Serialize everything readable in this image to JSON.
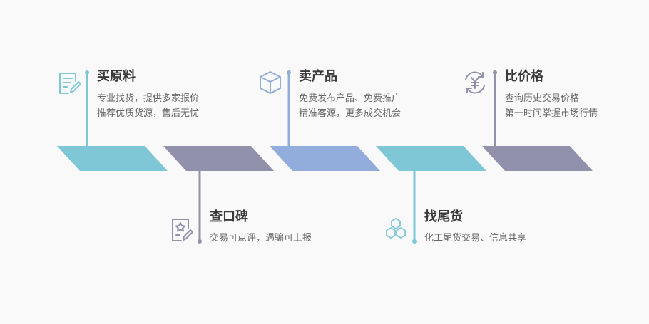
{
  "colors": {
    "teal": "#7fc6d6",
    "slate": "#9191ac",
    "blue": "#92addb",
    "text_title": "#3a3a3a",
    "text_desc": "#666666"
  },
  "items": [
    {
      "title": "买原料",
      "line1": "专业找货，提供多家报价",
      "line2": "推荐优质货源，售后无忧",
      "icon": "document-edit-icon",
      "color": "#7fc6d6"
    },
    {
      "title": "查口碑",
      "line1": "交易可点评，遇骗可上报",
      "line2": "",
      "icon": "rating-document-icon",
      "color": "#9191ac"
    },
    {
      "title": "卖产品",
      "line1": "免费发布产品、免费推广",
      "line2": "精准客源，更多成交机会",
      "icon": "cube-box-icon",
      "color": "#92addb"
    },
    {
      "title": "找尾货",
      "line1": "化工尾货交易、信息共享",
      "line2": "",
      "icon": "hexagon-cluster-icon",
      "color": "#7fc6d6"
    },
    {
      "title": "比价格",
      "line1": "查询历史交易价格",
      "line2": "第一时间掌握市场行情",
      "icon": "yen-refresh-icon",
      "color": "#9191ac"
    }
  ]
}
